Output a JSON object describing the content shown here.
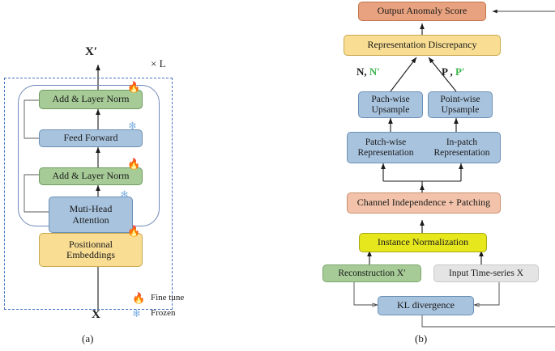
{
  "figure": {
    "panel_a_label": "(a)",
    "panel_b_label": "(b)"
  },
  "panel_a": {
    "title_top": "X′",
    "title_bottom": "X",
    "repeat_label": "× L",
    "blocks": [
      {
        "id": "add-layer-norm-2",
        "label": "Add & Layer Norm",
        "color": "#a6cb97",
        "marker": "fine-tune"
      },
      {
        "id": "feed-forward",
        "label": "Feed Forward",
        "color": "#a8c3de",
        "marker": "frozen"
      },
      {
        "id": "add-layer-norm-1",
        "label": "Add & Layer Norm",
        "color": "#a6cb97",
        "marker": "fine-tune"
      },
      {
        "id": "multi-head-attention",
        "label_line1": "Muti-Head",
        "label_line2": "Attention",
        "color": "#a8c3de",
        "marker": "frozen"
      },
      {
        "id": "positional-embeddings",
        "label_line1": "Positionnal",
        "label_line2": "Embeddings",
        "color": "#f8dd93",
        "marker": "fine-tune"
      }
    ],
    "legend": [
      {
        "icon": "flame-icon",
        "label": "Fine tune",
        "color": "#f2662a"
      },
      {
        "icon": "snowflake-icon",
        "label": "Frozen",
        "color": "#7fb0e0"
      }
    ]
  },
  "panel_b": {
    "output": {
      "label": "Output Anomaly Score",
      "color": "#e9a27f"
    },
    "discrepancy": {
      "label": "Representation Discrepancy",
      "color": "#f8dd93"
    },
    "edge_labels": {
      "left_plain": "N,",
      "left_prime": "N′",
      "right_plain": "P ,",
      "right_prime": "P′"
    },
    "upsample_left": {
      "line1": "Pach-wise",
      "line2": "Upsample",
      "color": "#a8c3de"
    },
    "upsample_right": {
      "line1": "Point-wise",
      "line2": "Upsample",
      "color": "#a8c3de"
    },
    "representation": {
      "left_line1": "Patch-wise",
      "left_line2": "Representation",
      "right_line1": "In-patch",
      "right_line2": "Representation",
      "color": "#a8c3de"
    },
    "patching": {
      "label": "Channel Independence + Patching",
      "color": "#f2c3aa"
    },
    "instance_norm": {
      "label": "Instance Normalization",
      "color": "#e7e71d"
    },
    "reconstruction": {
      "label": "Reconstruction  X′",
      "color": "#a6cb97"
    },
    "input_series": {
      "label": "Input Time-series  X",
      "color": "#e4e4e4"
    },
    "kl": {
      "label": "KL divergence",
      "color": "#a8c3de"
    }
  }
}
